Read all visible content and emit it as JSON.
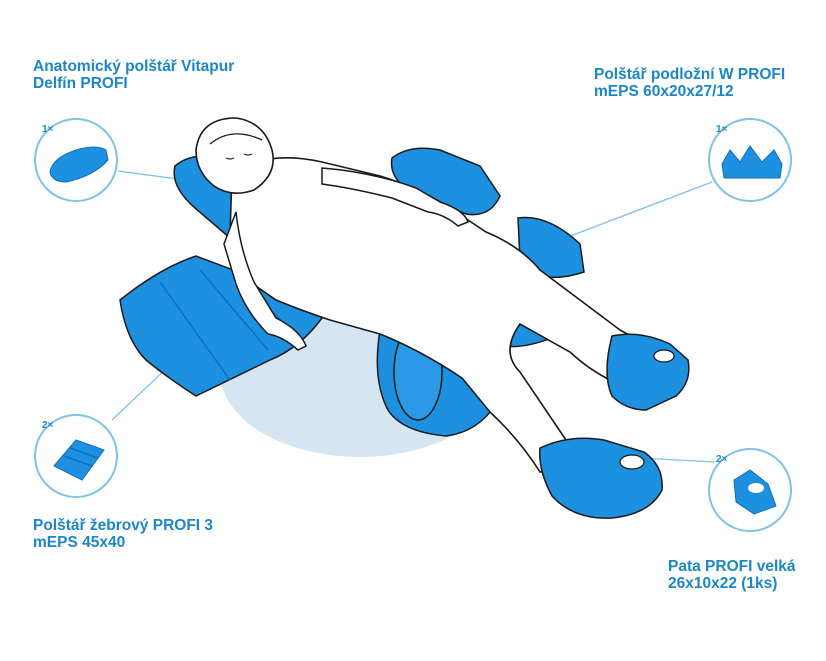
{
  "callouts": [
    {
      "id": "pillow-anatomic",
      "title_line1": "Anatomický polštář Vitapur",
      "title_line2": "Delfín PROFI",
      "quantity": "1×",
      "icon": "anatomic-pillow-icon"
    },
    {
      "id": "pillow-w",
      "title_line1": "Polštář podložní W PROFI",
      "title_line2": "mEPS 60x20x27/12",
      "quantity": "1×",
      "icon": "w-pillow-icon"
    },
    {
      "id": "pillow-rib",
      "title_line1": "Polštář žebrový PROFI 3",
      "title_line2": "mEPS 45x40",
      "quantity": "2×",
      "icon": "rib-pillow-icon"
    },
    {
      "id": "heel",
      "title_line1": "Pata PROFI velká",
      "title_line2": "26x10x22 (1ks)",
      "quantity": "2×",
      "icon": "heel-boot-icon"
    }
  ],
  "colors": {
    "accent": "#1b87c9",
    "pillow": "#1e90e0",
    "pillow_dark": "#0f6fbf",
    "circle_border": "#7fc2ea",
    "shadow": "#d5e6f2"
  }
}
